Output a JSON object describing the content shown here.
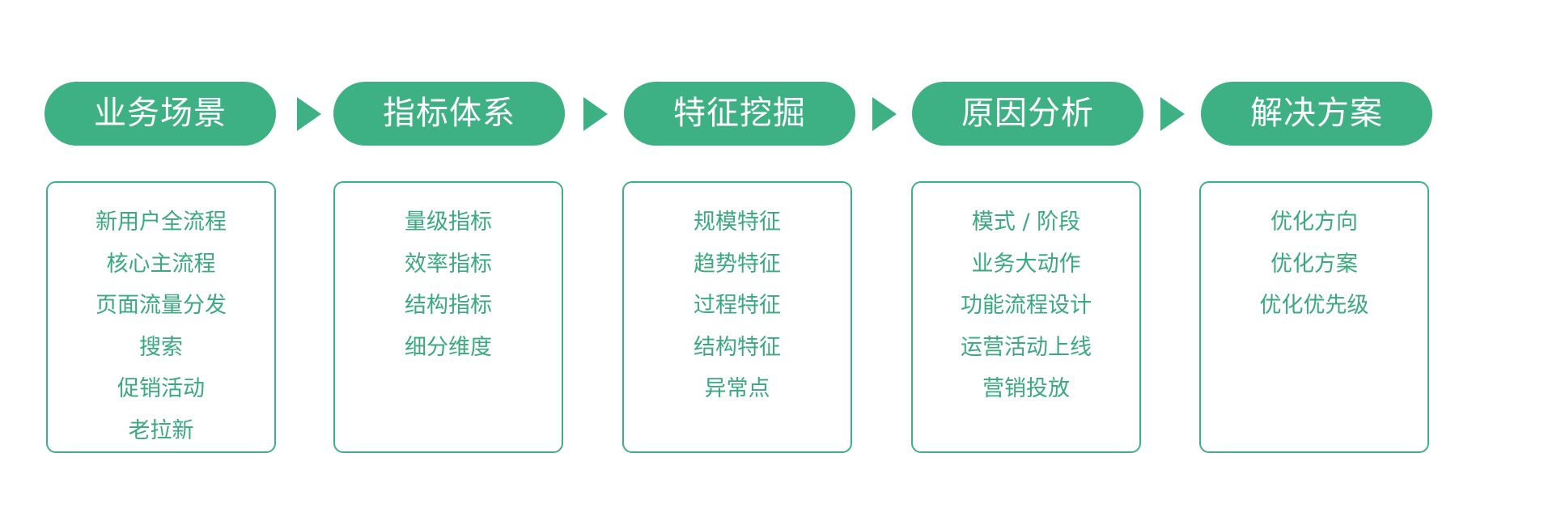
{
  "accent_color": "#3db184",
  "text_color": "#3aa97d",
  "stages": [
    {
      "title": "业务场景",
      "items": [
        "新用户全流程",
        "核心主流程",
        "页面流量分发",
        "搜索",
        "促销活动",
        "老拉新"
      ]
    },
    {
      "title": "指标体系",
      "items": [
        "量级指标",
        "效率指标",
        "结构指标",
        "细分维度"
      ]
    },
    {
      "title": "特征挖掘",
      "items": [
        "规模特征",
        "趋势特征",
        "过程特征",
        "结构特征",
        "异常点"
      ]
    },
    {
      "title": "原因分析",
      "items": [
        "模式 / 阶段",
        "业务大动作",
        "功能流程设计",
        "运营活动上线",
        "营销投放"
      ]
    },
    {
      "title": "解决方案",
      "items": [
        "优化方向",
        "优化方案",
        "优化优先级"
      ]
    }
  ]
}
